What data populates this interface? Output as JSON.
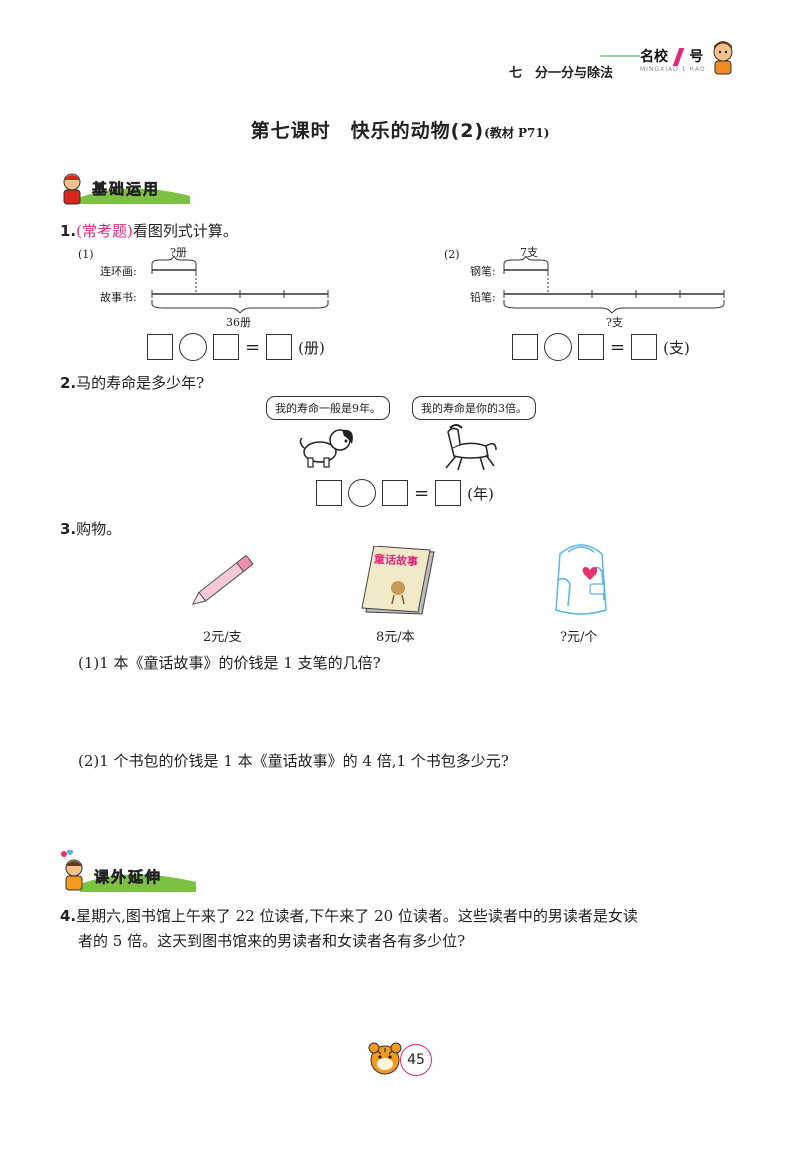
{
  "header": {
    "chapter": "七　分一分与除法",
    "brand_left": "名校",
    "brand_right": "号",
    "brand_sub": "MINGXIAO 1 HAO"
  },
  "title": {
    "main": "第七课时　快乐的动物(2)",
    "note": "(教材 P71)"
  },
  "sections": {
    "basic": "基础运用",
    "extend": "课外延伸"
  },
  "q1": {
    "num": "1.",
    "tag": "(常考题)",
    "text": "看图列式计算。",
    "part1": {
      "label": "(1)",
      "top_row": "连环画:",
      "bottom_row": "故事书:",
      "top_brace": "?册",
      "bottom_brace": "36册",
      "unit": "(册)"
    },
    "part2": {
      "label": "(2)",
      "top_row": "钢笔:",
      "bottom_row": "铅笔:",
      "top_brace": "7支",
      "bottom_brace": "?支",
      "unit": "(支)"
    }
  },
  "q2": {
    "num": "2.",
    "text": "马的寿命是多少年?",
    "dog_says": "我的寿命一般是9年。",
    "horse_says": "我的寿命是你的3倍。",
    "unit": "(年)"
  },
  "q3": {
    "num": "3.",
    "text": "购物。",
    "book_cover": "童话故事",
    "items": [
      {
        "price": "2元/支"
      },
      {
        "price": "8元/本"
      },
      {
        "price": "?元/个"
      }
    ],
    "sub1": "(1)1 本《童话故事》的价钱是 1 支笔的几倍?",
    "sub2": "(2)1 个书包的价钱是 1 本《童话故事》的 4 倍,1 个书包多少元?"
  },
  "q4": {
    "num": "4.",
    "line1": "星期六,图书馆上午来了 22 位读者,下午来了 20 位读者。这些读者中的男读者是女读",
    "line2": "者的 5 倍。这天到图书馆来的男读者和女读者各有多少位?"
  },
  "page_number": "45",
  "colors": {
    "accent_pink": "#e0287c",
    "banner_green": "#7cc242",
    "banner_orange": "#f39a1f",
    "heart_pink": "#e8326f",
    "bag_blue": "#58b6e6"
  }
}
